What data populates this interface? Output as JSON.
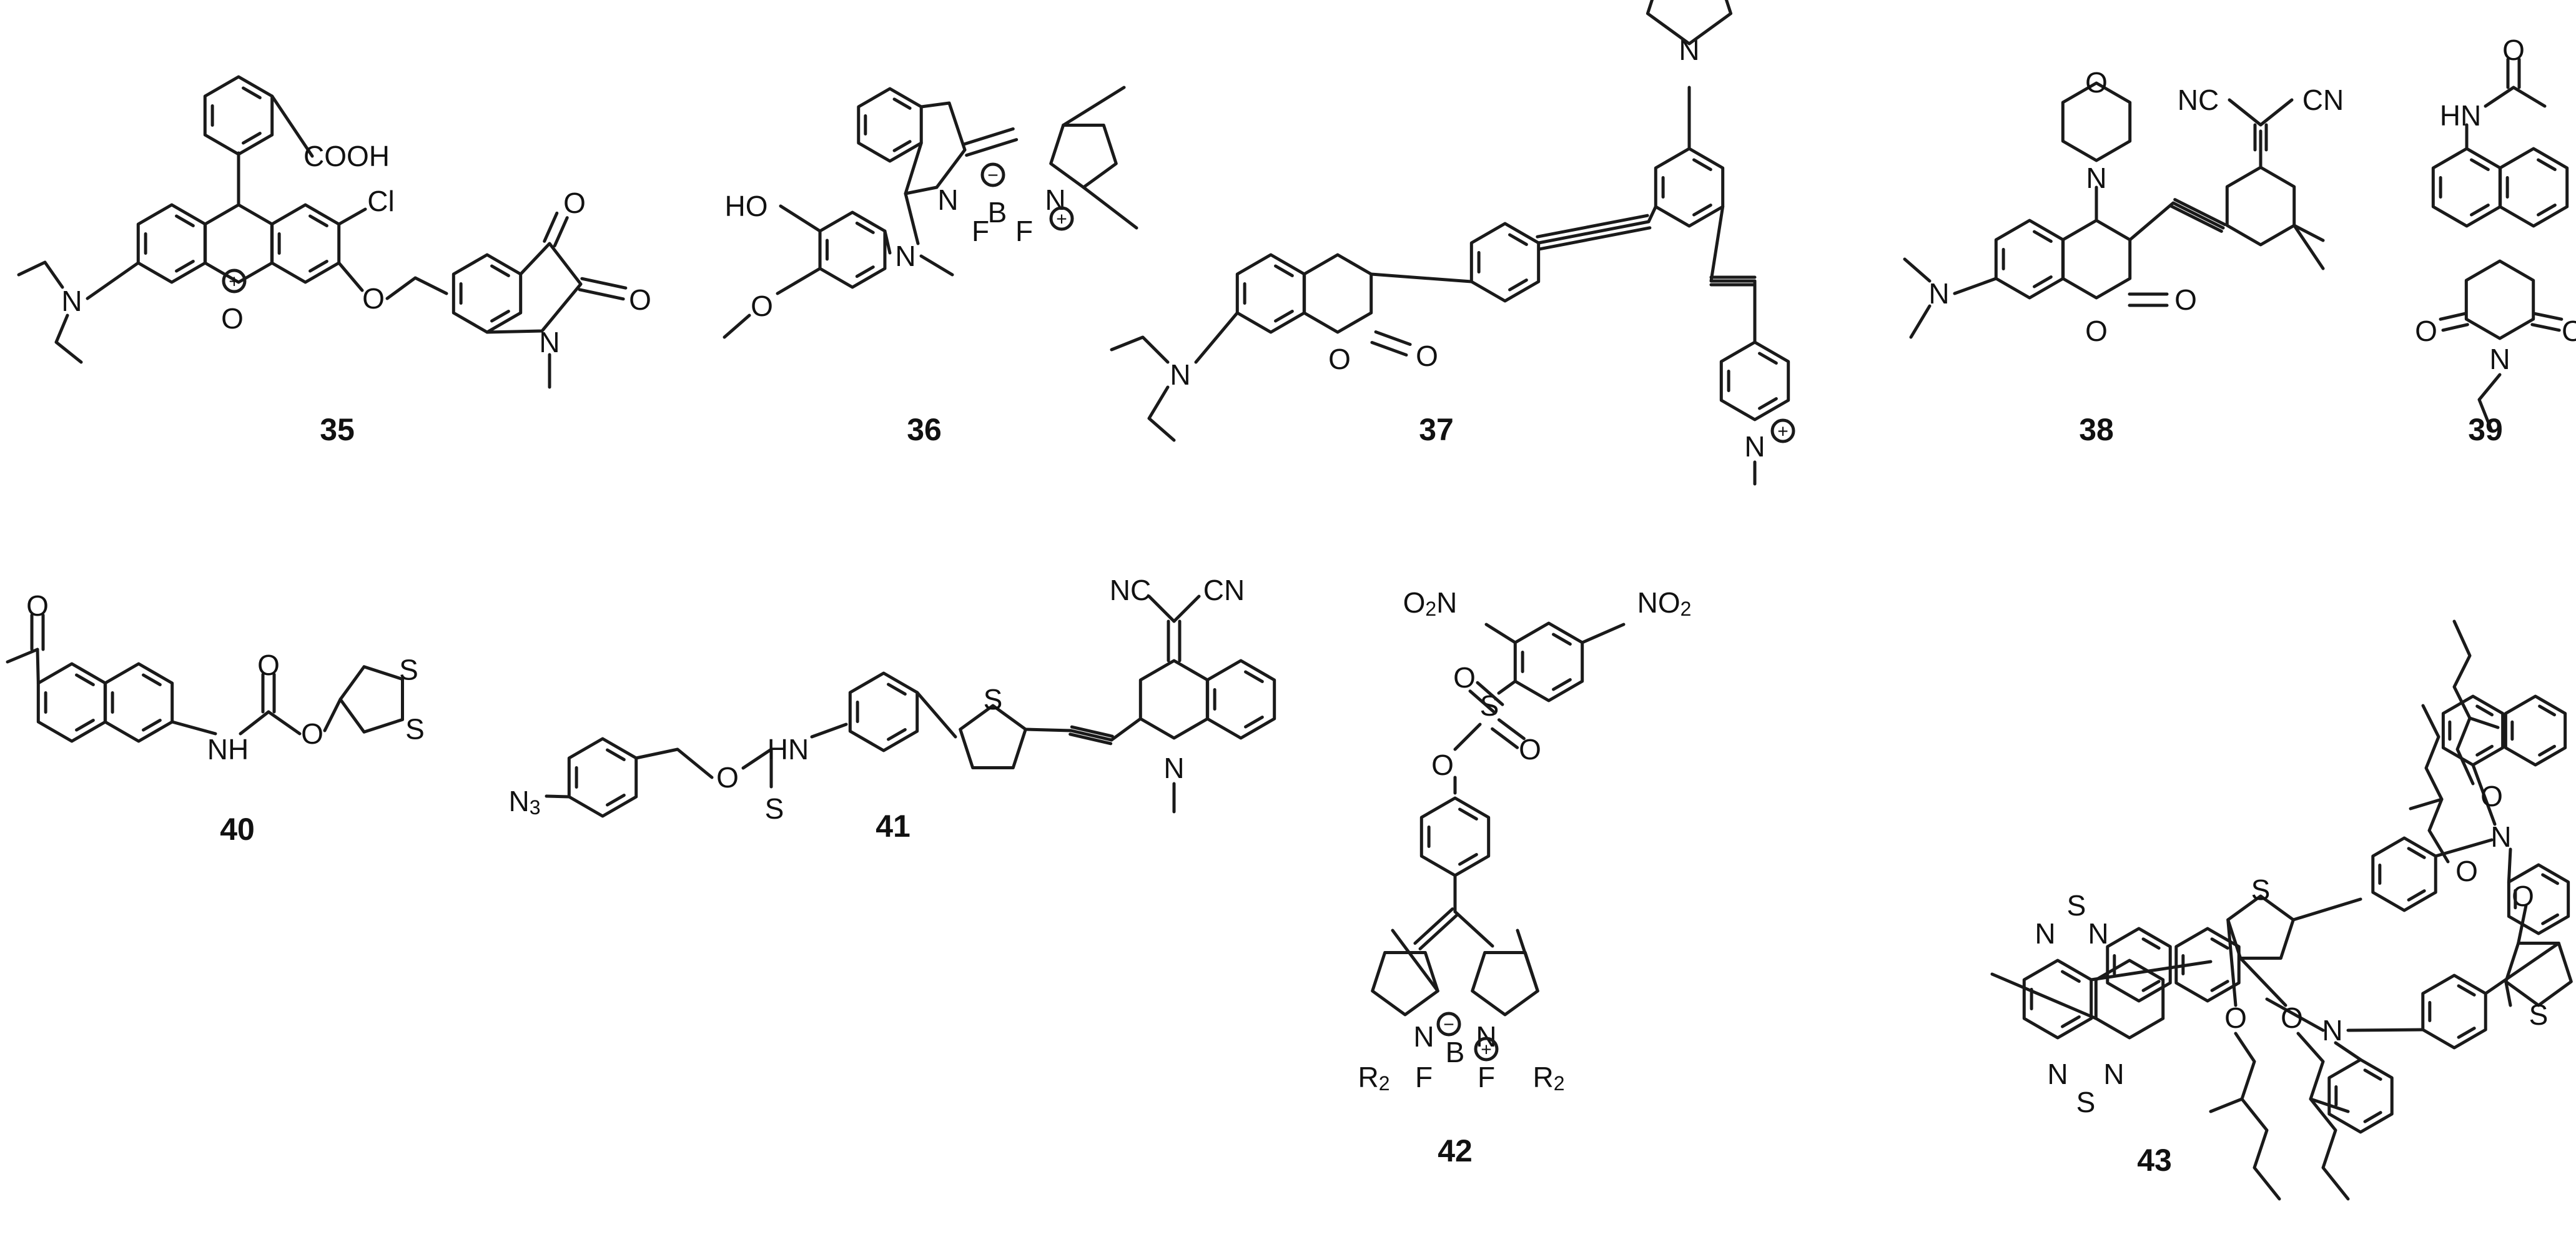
{
  "labels": {
    "numbers": [
      "35",
      "36",
      "37",
      "38",
      "39",
      "40",
      "41",
      "42",
      "43"
    ],
    "atoms": [
      "N",
      "O",
      "COOH",
      "Cl",
      "HO",
      "B",
      "F",
      "NC",
      "CN",
      "HN",
      "NH",
      "S",
      "N3",
      "O2N",
      "NO2",
      "R2",
      "+",
      "−"
    ]
  }
}
